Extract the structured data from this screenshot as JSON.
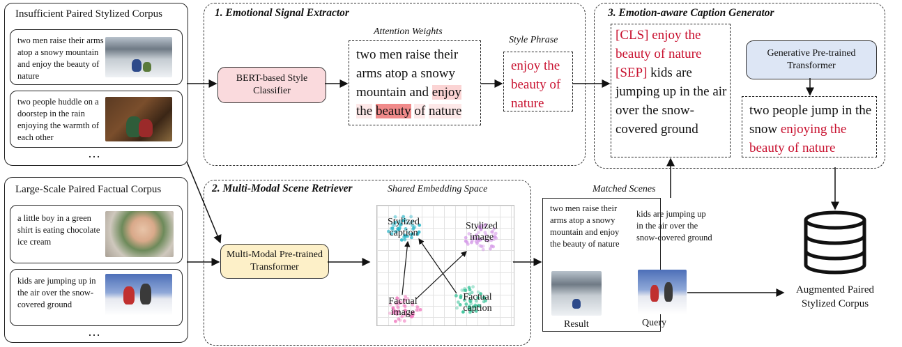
{
  "left": {
    "stylized_title": "Insufficient Paired Stylized Corpus",
    "stylized_items": [
      "two men raise their arms atop a snowy mountain and enjoy the beauty of nature",
      "two people huddle on a doorstep in the rain enjoying the warmth of each other"
    ],
    "factual_title": "Large-Scale Paired Factual Corpus",
    "factual_items": [
      "a little boy in a green shirt is eating chocolate ice cream",
      "kids are jumping up in the air over the snow-covered ground"
    ],
    "ellipsis": "…"
  },
  "extractor": {
    "title": "1. Emotional Signal Extractor",
    "classifier": "BERT-based Style Classifier",
    "attention_label": "Attention Weights",
    "attention_words": [
      "two",
      "men",
      "raise",
      "their",
      "arms",
      "atop",
      "a",
      "snowy",
      "mountain",
      "and",
      "enjoy",
      "the",
      "beauty",
      "of",
      "nature"
    ],
    "style_label": "Style Phrase",
    "style_phrase": "enjoy the beauty of nature"
  },
  "retriever": {
    "title": "2. Multi-Modal Scene Retriever",
    "transformer": "Multi-Modal Pre-trained Transformer",
    "space_label": "Shared Embedding Space",
    "clusters": {
      "stylized_caption": "Stylized caption",
      "stylized_image": "Stylized image",
      "factual_image": "Factual image",
      "factual_caption": "Factual caption"
    },
    "matched_label": "Matched Scenes",
    "result_text": "two men raise their arms atop a snowy mountain and enjoy the beauty of nature",
    "query_text": "kids are jumping up in the air over the snow-covered ground",
    "result_label": "Result",
    "query_label": "Query"
  },
  "generator": {
    "title": "3. Emotion-aware Caption Generator",
    "input_red": "[CLS] enjoy the beauty of nature [SEP]",
    "input_black": "kids are jumping up in the air over the snow-covered ground",
    "gpt": "Generative Pre-trained Transformer",
    "output_black": "two people jump in the snow",
    "output_red": "enjoying the beauty of nature"
  },
  "output_label": "Augmented Paired Stylized Corpus",
  "colors": {
    "classifier_fill": "#fadadd",
    "transformer_fill": "#fdf0c8",
    "gpt_fill": "#dde6f5",
    "emotion_red": "#c8102e",
    "stylized_caption_cluster": "#2bb5c8",
    "stylized_image_cluster": "#d59be8",
    "factual_image_cluster": "#f07cc0",
    "factual_caption_cluster": "#3cc39a"
  }
}
